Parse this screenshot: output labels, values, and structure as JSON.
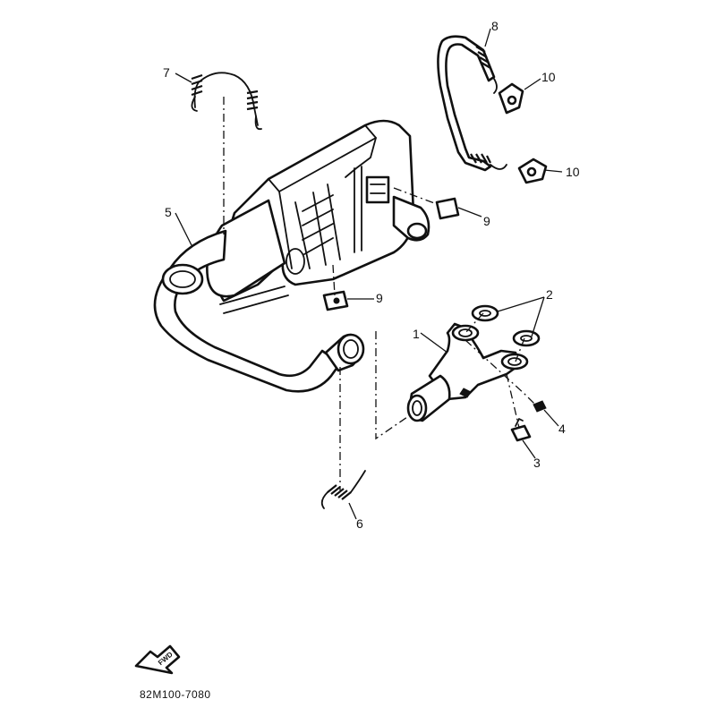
{
  "diagram": {
    "callouts": [
      {
        "id": "1",
        "label": "1"
      },
      {
        "id": "2",
        "label": "2"
      },
      {
        "id": "3",
        "label": "3"
      },
      {
        "id": "4",
        "label": "4"
      },
      {
        "id": "5",
        "label": "5"
      },
      {
        "id": "6",
        "label": "6"
      },
      {
        "id": "7",
        "label": "7"
      },
      {
        "id": "8",
        "label": "8"
      },
      {
        "id": "9a",
        "label": "9"
      },
      {
        "id": "9b",
        "label": "9"
      },
      {
        "id": "10a",
        "label": "10"
      },
      {
        "id": "10b",
        "label": "10"
      }
    ],
    "fwd_label": "FWD",
    "drawing_code": "82M100-7080"
  }
}
